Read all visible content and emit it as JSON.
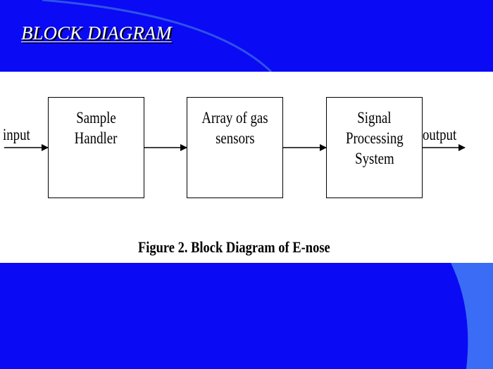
{
  "slide": {
    "title": "BLOCK DIAGRAM"
  },
  "diagram": {
    "input_label": "input",
    "output_label": "output",
    "blocks": [
      {
        "lines": [
          "Sample",
          "Handler"
        ]
      },
      {
        "lines": [
          "Array of gas",
          "sensors"
        ]
      },
      {
        "lines": [
          "Signal",
          "Processing",
          "System"
        ]
      }
    ],
    "caption": "Figure 2. Block Diagram of E-nose"
  },
  "colors": {
    "background_blue": "#0a0af5",
    "accent_light_blue": "#3b6cf6",
    "panel_white": "#ffffff",
    "ink": "#000000"
  }
}
